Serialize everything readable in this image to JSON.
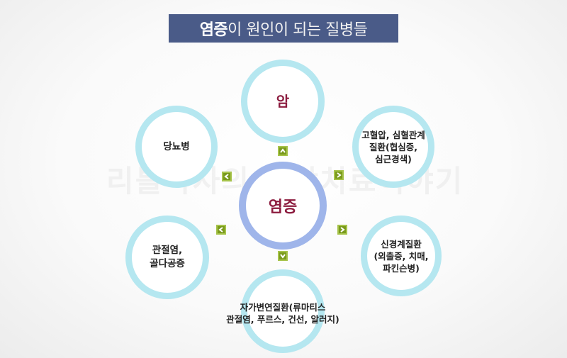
{
  "title": {
    "highlight": "염증",
    "rest": "이 원인이 되는 질병들"
  },
  "watermark": "리틀약사의 건강치료이야기",
  "center": {
    "label": "염증"
  },
  "nodes": {
    "top": "암",
    "top_right": "고혈압, 심혈관계\n질환(협심증,\n심근경색)",
    "right": "신경계질환\n(외출증, 치매,\n파킨슨병)",
    "bottom": "자가변연질환(류마티스\n관절염, 푸르스, 건선, 알러지)",
    "left": "관절염,\n골다공증",
    "top_left": "당뇨병"
  },
  "colors": {
    "title_bg": "#4a5b88",
    "ring": "#b5e7f0",
    "center_ring": "#9fb5ea",
    "accent_text": "#8c1c3f",
    "arrow": "#7a9a1c"
  }
}
